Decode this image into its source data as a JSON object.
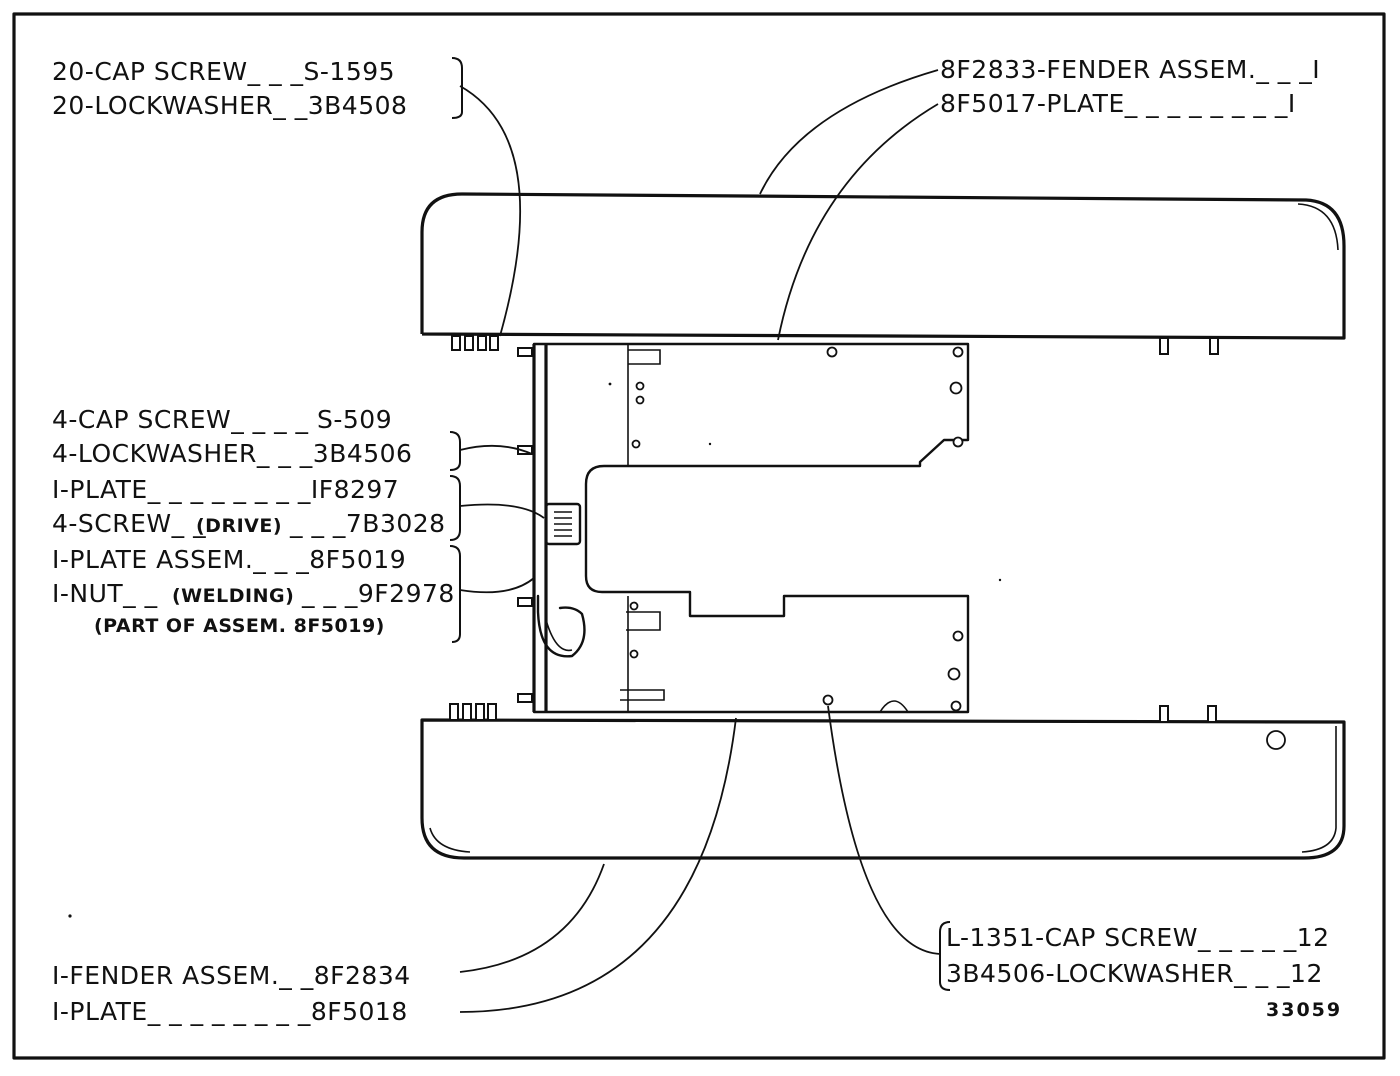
{
  "labels": {
    "top_left": [
      "20-CAP SCREW_ _ _S-1595",
      "20-LOCKWASHER_ _3B4508"
    ],
    "top_right": [
      "8F2833-FENDER ASSEM._ _ _I",
      "8F5017-PLATE_ _ _ _ _ _ _ _I"
    ],
    "mid_left": [
      "4-CAP SCREW_ _ _ _ S-509",
      "4-LOCKWASHER_ _ _3B4506",
      "I-PLATE_ _ _ _ _ _ _ _IF8297",
      "4-SCREW_ _",
      "(DRIVE)",
      "_ _ _7B3028",
      "I-PLATE ASSEM._ _ _8F5019",
      "I-NUT_ _",
      "(WELDING)",
      "_ _ _9F2978",
      "(PART OF ASSEM. 8F5019)"
    ],
    "bottom_left": [
      "I-FENDER ASSEM._ _8F2834",
      "I-PLATE_ _ _ _ _ _ _ _8F5018"
    ],
    "bottom_right": [
      "L-1351-CAP SCREW_ _ _ _ _12",
      "3B4506-LOCKWASHER_ _ _12"
    ],
    "drawing_number": "33059"
  }
}
